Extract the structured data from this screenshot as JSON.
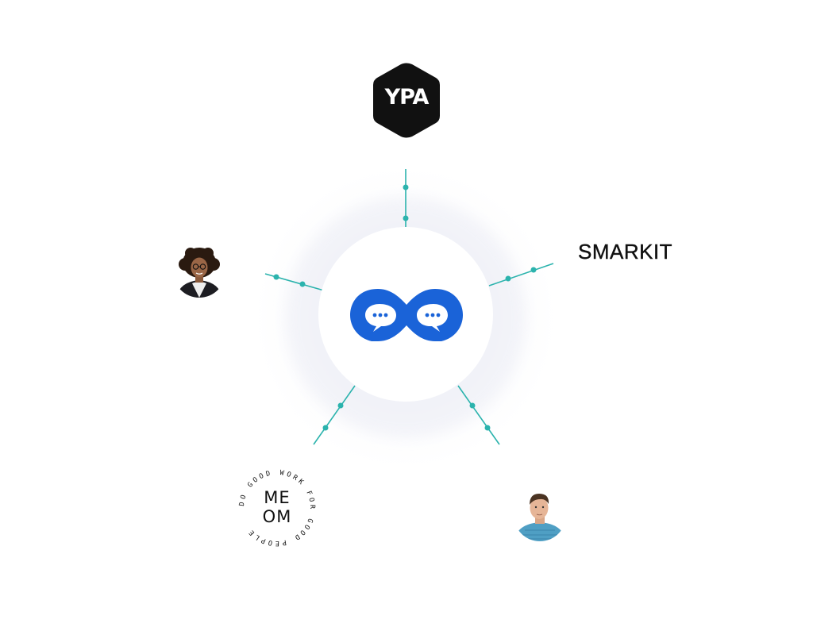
{
  "hub": {
    "logo_icon": "infinity-chat-icon",
    "brand_color": "#1a63d8",
    "connector_color": "#2bb3ad"
  },
  "nodes": {
    "ypa": {
      "text": "YPA",
      "shape": "hexagon"
    },
    "smarkit": {
      "text": "SMARKIT"
    },
    "meom": {
      "line1": "ME",
      "line2": "OM",
      "ring_text": "DO GOOD WORK FOR GOOD PEOPLE"
    },
    "woman_avatar": {
      "icon": "person-avatar"
    },
    "man_avatar": {
      "icon": "person-avatar"
    }
  }
}
